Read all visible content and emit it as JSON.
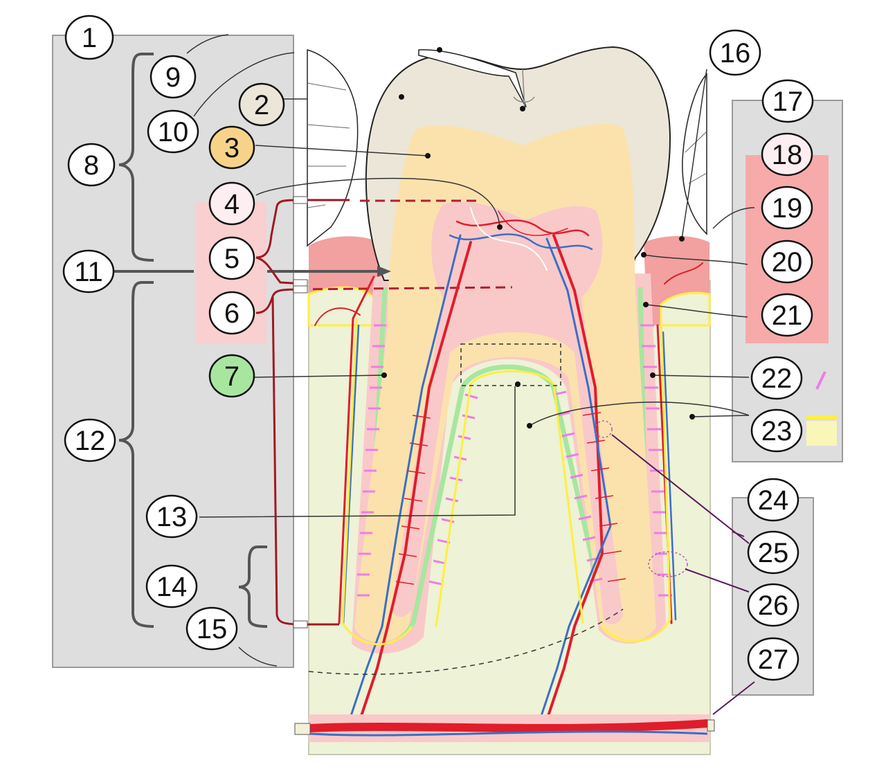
{
  "labels": {
    "n1": "1",
    "n2": "2",
    "n3": "3",
    "n4": "4",
    "n5": "5",
    "n6": "6",
    "n7": "7",
    "n8": "8",
    "n9": "9",
    "n10": "10",
    "n11": "11",
    "n12": "12",
    "n13": "13",
    "n14": "14",
    "n15": "15",
    "n16": "16",
    "n17": "17",
    "n18": "18",
    "n19": "19",
    "n20": "20",
    "n21": "21",
    "n22": "22",
    "n23": "23",
    "n24": "24",
    "n25": "25",
    "n26": "26",
    "n27": "27"
  },
  "colors": {
    "panel": "#dedede",
    "enamel": "#ebe6d8",
    "dentin": "#fbe2ad",
    "pulp": "#f9c9c9",
    "gum": "#f2a0a0",
    "bone": "#eef2d6",
    "cementum": "#a8e6a0",
    "artery": "#e01d2a",
    "vein": "#3a6fc4",
    "fiber": "#ee7de6",
    "bone_edge": "#ffee44"
  }
}
